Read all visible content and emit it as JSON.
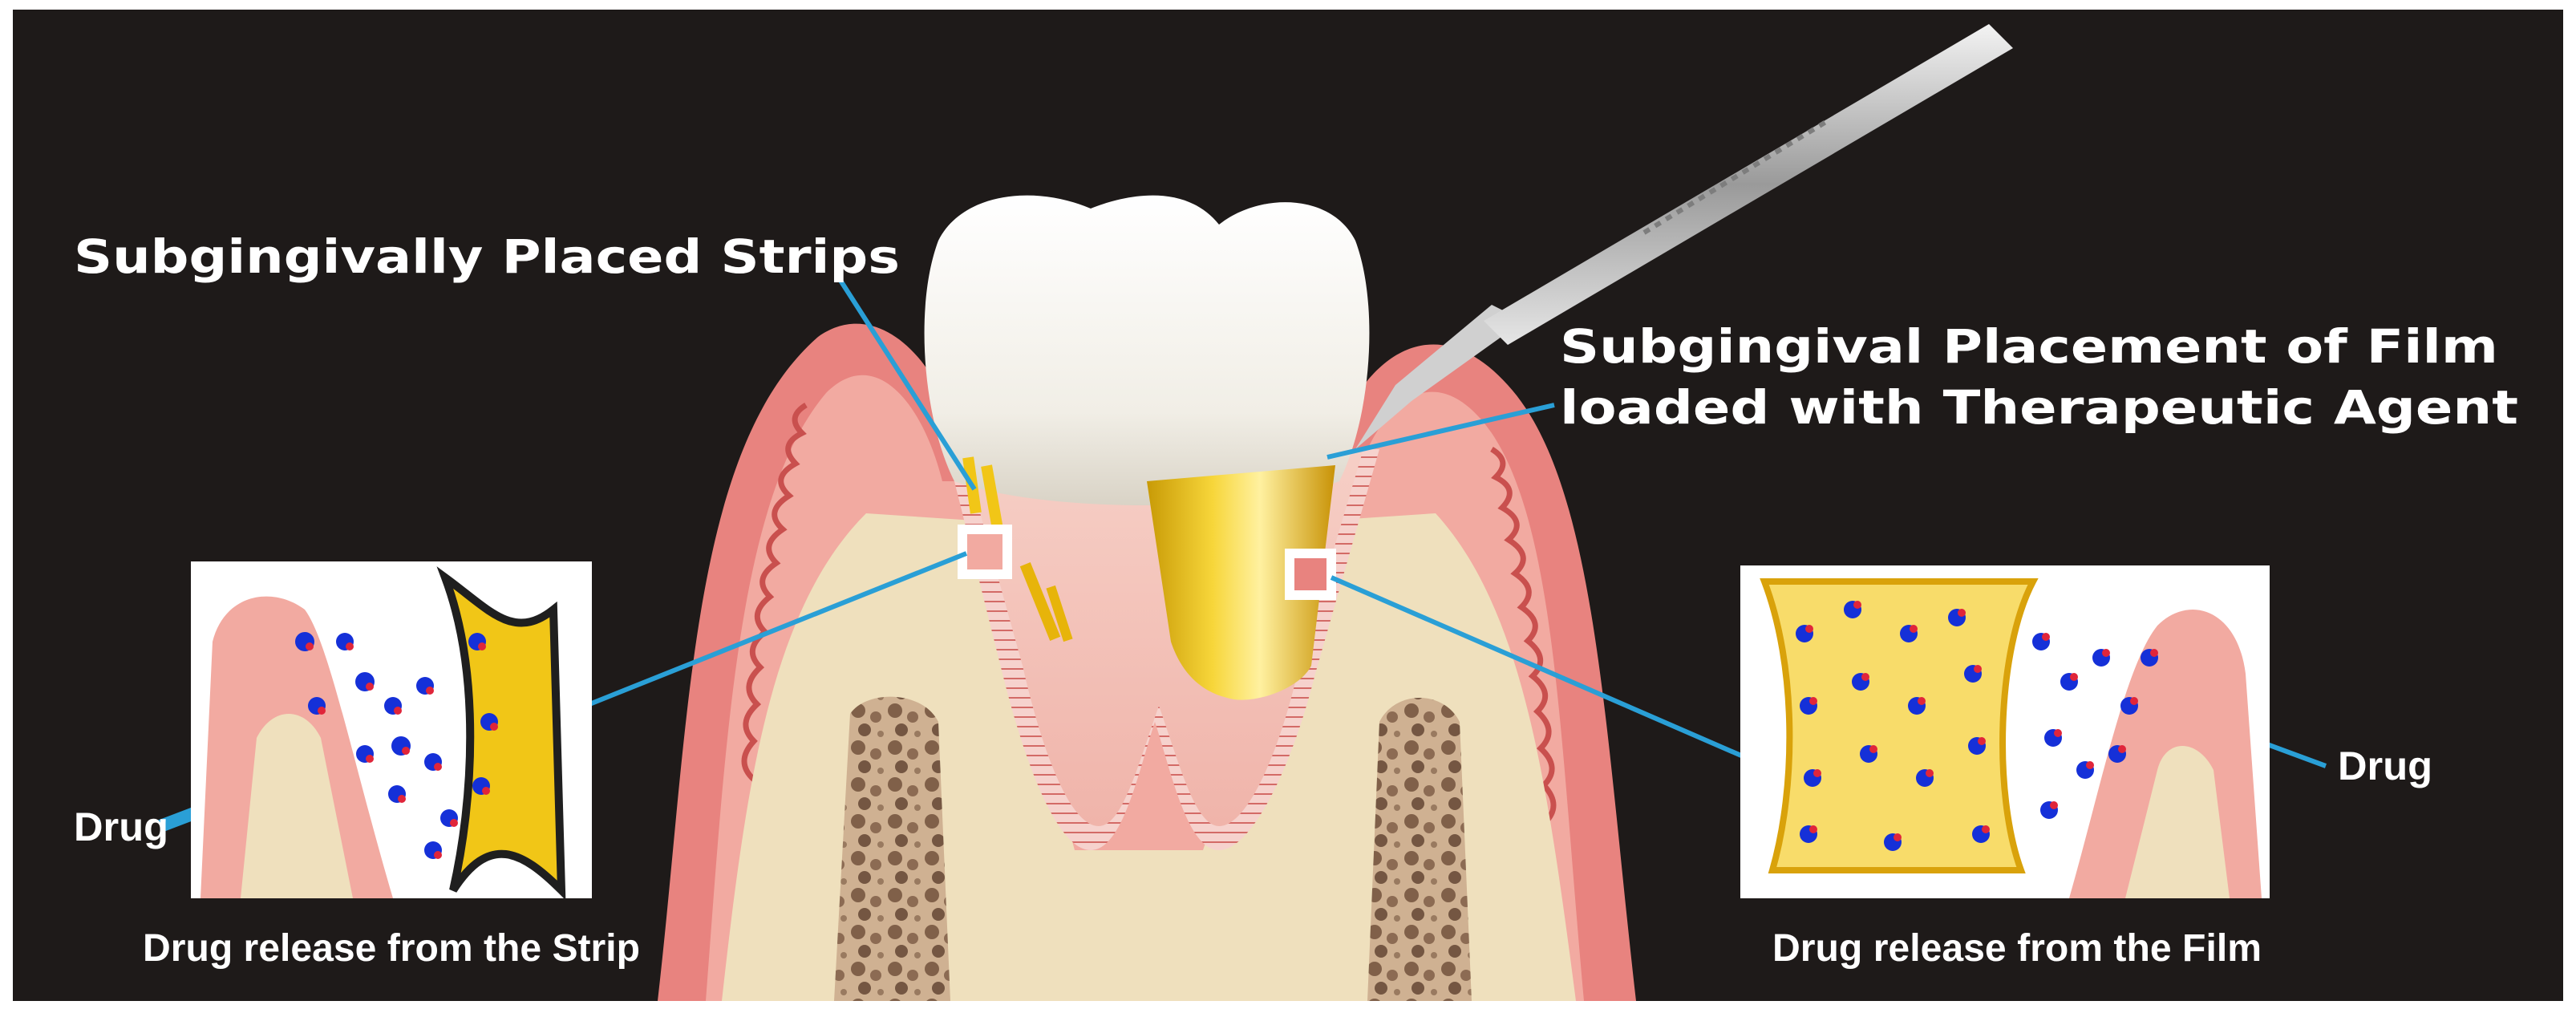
{
  "labels": {
    "strips_title": "Subgingivally Placed Strips",
    "film_title_line1": "Subgingival Placement of Film",
    "film_title_line2": "loaded with Therapeutic Agent",
    "drug_left": "Drug",
    "drug_right": "Drug",
    "caption_strip": "Drug release from the Strip",
    "caption_film": "Drug release from the Film"
  },
  "colors": {
    "background": "#1e1a19",
    "gum": "#e8837f",
    "gum_light": "#f4b8ae",
    "bone": "#efe0bd",
    "enamel": "#f6f4ef",
    "strip_yellow": "#f1c617",
    "film_yellow": "#f8dc6a",
    "leader_line": "#2a9fd6",
    "drug_blue": "#1530d8",
    "drug_red": "#e0253a"
  }
}
